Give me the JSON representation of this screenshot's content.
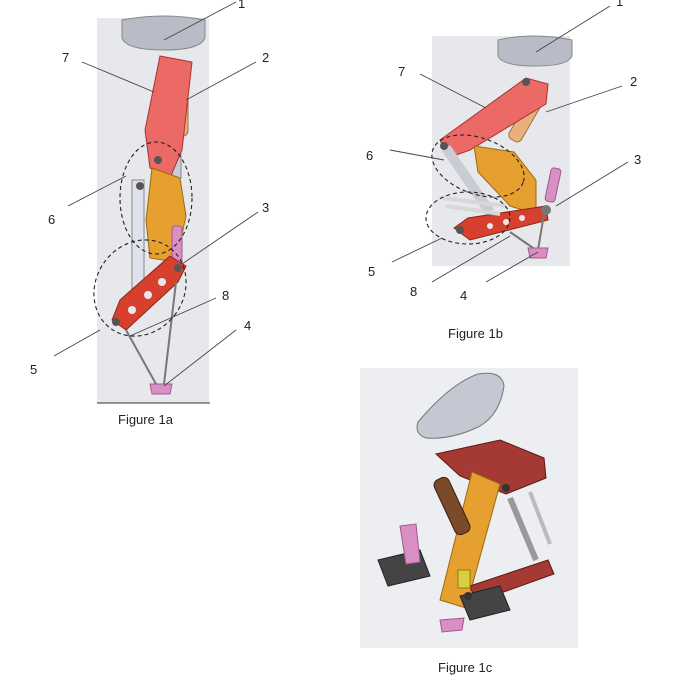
{
  "figures": [
    {
      "caption": "Figure 1a",
      "labels": {
        "l1": "1",
        "l2": "2",
        "l3": "3",
        "l4": "4",
        "l5": "5",
        "l6": "6",
        "l7": "7",
        "l8": "8"
      }
    },
    {
      "caption": "Figure 1b",
      "labels": {
        "l1": "1",
        "l2": "2",
        "l3": "3",
        "l4": "4",
        "l5": "5",
        "l6": "6",
        "l7": "7",
        "l8": "8"
      }
    },
    {
      "caption": "Figure 1c"
    }
  ],
  "colors": {
    "background_panel": "#e6e8ec",
    "seat": "#b9bcc6",
    "upper_link": "#ec6a66",
    "piston_body": "#e8b07a",
    "middle_link": "#e6a030",
    "lower_link": "#d8402e",
    "pink_strap": "#d98fc4",
    "gray_bar": "#c9ccd4"
  }
}
